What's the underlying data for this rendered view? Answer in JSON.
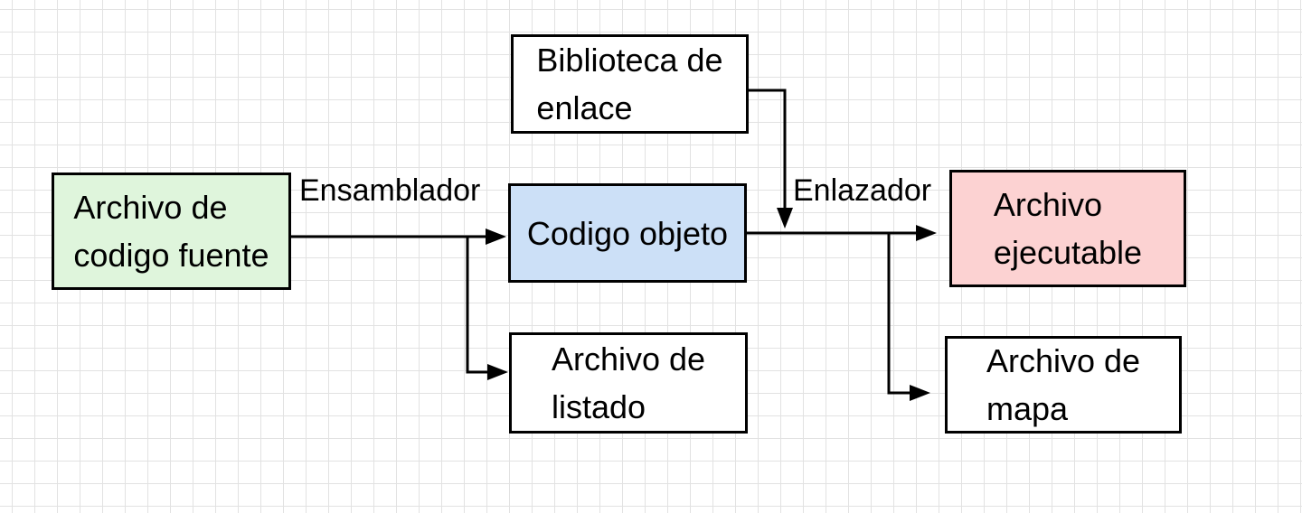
{
  "diagram": {
    "line_color": "#000000",
    "text_color": "#000000",
    "grid_color": "#e2e2e2",
    "canvas_color": "#ffffff",
    "nodes": {
      "biblioteca": {
        "lines": [
          "Biblioteca de",
          "enlace"
        ],
        "fill": "#ffffff"
      },
      "source": {
        "lines": [
          "Archivo de",
          "codigo fuente"
        ],
        "fill": "#dff5dc"
      },
      "objeto": {
        "lines": [
          "Codigo objeto"
        ],
        "fill": "#cce0f7"
      },
      "ejecutable": {
        "lines": [
          "Archivo",
          "ejecutable"
        ],
        "fill": "#fcd2d2"
      },
      "listado": {
        "lines": [
          "Archivo de",
          "listado"
        ],
        "fill": "#ffffff"
      },
      "mapa": {
        "lines": [
          "Archivo de",
          "mapa"
        ],
        "fill": "#ffffff"
      }
    },
    "edge_labels": {
      "ensamblador": "Ensamblador",
      "enlazador": "Enlazador"
    }
  }
}
